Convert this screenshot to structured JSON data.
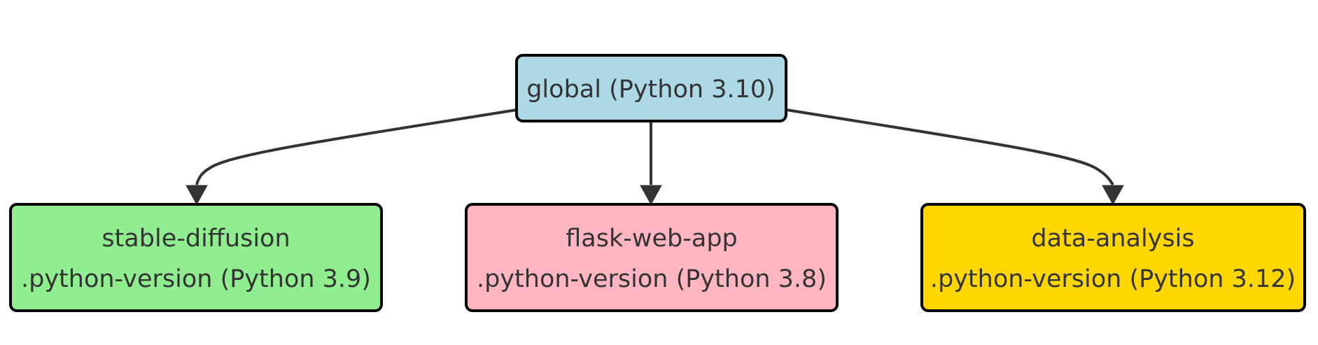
{
  "diagram": {
    "type": "flowchart",
    "root": {
      "label": "global (Python 3.10)",
      "color": "#add8e6"
    },
    "children": [
      {
        "name": "stable-diffusion",
        "version_label": ".python-version (Python 3.9)",
        "color": "#90ee90"
      },
      {
        "name": "flask-web-app",
        "version_label": ".python-version (Python 3.8)",
        "color": "#ffb6c1"
      },
      {
        "name": "data-analysis",
        "version_label": ".python-version (Python 3.12)",
        "color": "#ffd700"
      }
    ],
    "edges": [
      {
        "from": "global",
        "to": "stable-diffusion"
      },
      {
        "from": "global",
        "to": "flask-web-app"
      },
      {
        "from": "global",
        "to": "data-analysis"
      }
    ],
    "colors": {
      "edge": "#333333",
      "border": "#000000",
      "text": "#333333"
    }
  }
}
